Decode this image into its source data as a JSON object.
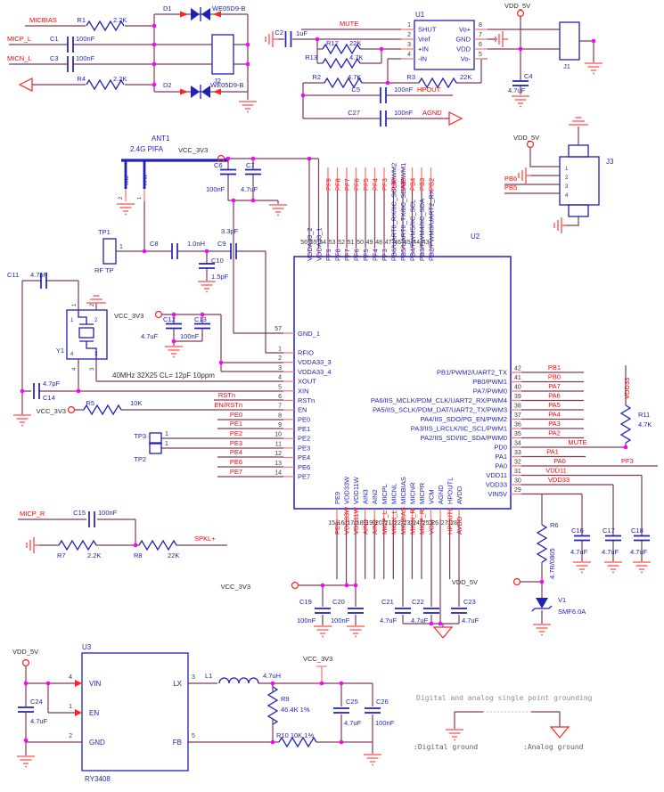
{
  "colors": {
    "wire": "#7E3A5A",
    "pin": "#FF7A7A",
    "net_label": "#FF0000",
    "component": "#2121B8",
    "junction": "#FF00FF",
    "ground": "#FF6A6A",
    "note_text": "#8f8f8f"
  },
  "nets": {
    "micbias": "MICBIAS",
    "micp_l": "MICP_L",
    "micn_l": "MICN_L",
    "mute": "MUTE",
    "hpout": "HPOUT",
    "agnd": "AGND",
    "pb6": "PB6",
    "pb5": "PB5",
    "spkl": "SPKL+",
    "micp_r": "MICP_R",
    "vdd5v": "VDD_5V",
    "vcc3v3": "VCC_3V3",
    "vdd33": "VDD33",
    "pf3": "PF3"
  },
  "mic_in": {
    "r1": {
      "ref": "R1",
      "val": "2.2K"
    },
    "r4": {
      "ref": "R4",
      "val": "2.2K"
    },
    "c1": {
      "ref": "C1",
      "val": "100nF"
    },
    "c3": {
      "ref": "C3",
      "val": "100nF"
    },
    "d1": {
      "ref": "D1",
      "val": "WE05D9-B"
    },
    "d2": {
      "ref": "D2",
      "val": "WE05D9-B"
    },
    "j2": "J2"
  },
  "amp": {
    "u1": {
      "ref": "U1",
      "left_pins": [
        {
          "num": "1",
          "name": "SHUT"
        },
        {
          "num": "2",
          "name": "Vref"
        },
        {
          "num": "3",
          "name": "+IN"
        },
        {
          "num": "4",
          "name": "-IN"
        }
      ],
      "right_pins": [
        {
          "num": "8",
          "name": "Vo+"
        },
        {
          "num": "7",
          "name": "GND"
        },
        {
          "num": "6",
          "name": "VDD"
        },
        {
          "num": "5",
          "name": "Vo-"
        }
      ]
    },
    "c2": {
      "ref": "C2",
      "val": "1uF"
    },
    "r12": {
      "ref": "R12",
      "val": "22K"
    },
    "r13": {
      "ref": "R13",
      "val": "4.7K"
    },
    "r2": {
      "ref": "R2",
      "val": "4.7K"
    },
    "r3": {
      "ref": "R3",
      "val": "22K"
    },
    "c5": {
      "ref": "C5",
      "val": "100nF"
    },
    "c27": {
      "ref": "C27",
      "val": "100nF"
    },
    "c4": {
      "ref": "C4",
      "val": "4.7uF"
    },
    "j1": "J1"
  },
  "j3": {
    "ref": "J3",
    "pins": [
      "1",
      "2",
      "3",
      "4"
    ]
  },
  "antenna": {
    "ref": "ANT1",
    "desc": "2.4G PIFA",
    "pin_left": "2",
    "pin_right": "1",
    "gnd_label": "GND",
    "rf_label": "RFIN"
  },
  "vcc_caps": {
    "c6": {
      "ref": "C6",
      "val": "100nF"
    },
    "c7": {
      "ref": "C7",
      "val": "4.7uF"
    }
  },
  "rf": {
    "tp1": "TP1",
    "tp1_pin": "1",
    "rf_tp": "RF TP",
    "c8": "C8",
    "l_val": "1.0nH",
    "c9": "C9",
    "c9_val": "3.3pF",
    "c10": "C10",
    "c10_val": "1.5pF"
  },
  "xtal": {
    "y1": "Y1",
    "note": "40MHz 32X25  CL= 12pF 10ppm",
    "c11": {
      "ref": "C11",
      "val": "4.7pF"
    },
    "c14": {
      "ref": "C14",
      "val": "4.7pF"
    },
    "c12": {
      "ref": "C12",
      "val": "4.7uF"
    },
    "c13": {
      "ref": "C13",
      "val": "100nF"
    },
    "pins_in": [
      "1",
      "2",
      "3",
      "4"
    ],
    "pins_out": [
      "1",
      "2",
      "3",
      "4"
    ]
  },
  "r5": {
    "ref": "R5",
    "val": "10K"
  },
  "tp": {
    "tp3": "TP3",
    "tp2": "TP2",
    "pin": "1"
  },
  "u2": {
    "ref": "U2",
    "gnd1": {
      "num": "57",
      "name": "GND_1"
    },
    "top": {
      "numbers": [
        "56",
        "55",
        "54",
        "53",
        "52",
        "51",
        "50",
        "49",
        "48",
        "47",
        "46",
        "45",
        "44",
        "43"
      ],
      "names": [
        "VDDA33_2",
        "VDDA33_1",
        "PF9",
        "PF8",
        "PF7",
        "PF6",
        "PF5",
        "PF4",
        "PF3",
        "PB6/UART0_RX/IIC_SCL/PWM2",
        "PB5/UART0_TX/IIC_SDA/PWM1",
        "PB4/PWM5/IIC_SCL",
        "PB3/PWM4/IIC_SDA",
        "PB2/PWM3/UART2_RX"
      ],
      "nets": [
        "",
        "",
        "PF9",
        "PF8",
        "PF7",
        "PF6",
        "PF5",
        "PF4",
        "PF3",
        "PB6",
        "PB5",
        "PB4",
        "PB3",
        "PB2"
      ]
    },
    "left": {
      "numbers": [
        "1",
        "2",
        "3",
        "4",
        "5",
        "6",
        "7",
        "8",
        "9",
        "10",
        "11",
        "12",
        "13",
        "14"
      ],
      "names": [
        "RFIO",
        "VDDA33_3",
        "VDDA33_4",
        "XOUT",
        "XIN",
        "RSTn",
        "EN",
        "PE0",
        "PE1",
        "PE2",
        "PE3",
        "PE4",
        "PE6",
        "PE7"
      ]
    },
    "left_nets": [
      "RSTn",
      "EN/RSTn",
      "PE0",
      "PE1",
      "PE2",
      "PE3",
      "PE4",
      "PE6",
      "PE7"
    ],
    "right": {
      "numbers": [
        "42",
        "41",
        "40",
        "39",
        "38",
        "37",
        "36",
        "35",
        "34",
        "33",
        "32",
        "31",
        "30",
        "29"
      ],
      "names": [
        "PB1/PWM2/UART2_TX",
        "PB0/PWM1",
        "PA7/PWM0",
        "PA6/IIS_MCLK/PDM_CLK/UART2_RX/PWM4",
        "PA5/IIS_SCLK/PDM_DAT/UART2_TX/PWM3",
        "PA4/IIS_SDO/PG_EN/PWM2",
        "PA3/IIS_LRCLK/IIC_SCL/PWM1",
        "PA2/IIS_SDI/IIC_SDA/PWM0",
        "PD0",
        "PA1",
        "PA0",
        "VDD11",
        "VDD33",
        "VIN5V"
      ],
      "nets": [
        "PB1",
        "PB0",
        "PA7",
        "PA6",
        "PA5",
        "PA4",
        "PA3",
        "PA2",
        "MUTE",
        "PA1",
        "PA0",
        "VDD11",
        "VDD33",
        ""
      ],
      "extra_net": "PF3"
    },
    "bottom": {
      "numbers": [
        "15",
        "16",
        "17",
        "18",
        "19",
        "20",
        "21",
        "22",
        "23",
        "24",
        "25",
        "26",
        "27",
        "28"
      ],
      "names": [
        "PE9",
        "VDD33W",
        "VDD11W",
        "AIN3",
        "AIN2",
        "MICPL",
        "MICNL",
        "MICBIAS",
        "MICNR",
        "MICPR",
        "VCM",
        "AGND",
        "HPOUTL",
        "AVDD"
      ],
      "nets": [
        "PE9",
        "VDD33W",
        "VDD11W",
        "AIN3",
        "AIN2",
        "MICP_L",
        "MICN_L",
        "MICBIAS",
        "MICN_R",
        "MICP_R",
        "VCM",
        "",
        "HPOUTL",
        "AVDD"
      ]
    }
  },
  "r11": {
    "ref": "R11",
    "val": "4.7K"
  },
  "pwr_right": {
    "r6": {
      "ref": "R6",
      "val": "4.7R/0805"
    },
    "v1": {
      "ref": "V1",
      "val": "SMF6.0A"
    },
    "c16": {
      "ref": "C16",
      "val": "4.7uF"
    },
    "c17": {
      "ref": "C17",
      "val": "4.7uF"
    },
    "c18": {
      "ref": "C18",
      "val": "4.7uF"
    }
  },
  "bot_caps": {
    "c19": {
      "ref": "C19",
      "val": "100nF"
    },
    "c20": {
      "ref": "C20",
      "val": "100nF"
    },
    "c21": {
      "ref": "C21",
      "val": "4.7uF"
    },
    "c22": {
      "ref": "C22",
      "val": "4.7uF"
    },
    "c23": {
      "ref": "C23",
      "val": "4.7uF"
    }
  },
  "mic_r": {
    "c15": {
      "ref": "C15",
      "val": "100nF"
    },
    "r7": {
      "ref": "R7",
      "val": "2.2K"
    },
    "r8": {
      "ref": "R8",
      "val": "22K"
    }
  },
  "reg": {
    "u3": {
      "ref": "U3",
      "part": "RY3408",
      "left_pins": [
        {
          "num": "4",
          "name": "VIN"
        },
        {
          "num": "1",
          "name": "EN"
        },
        {
          "num": "2",
          "name": "GND"
        }
      ],
      "right_pins": [
        {
          "num": "3",
          "name": "LX"
        },
        {
          "num": "5",
          "name": "FB"
        }
      ]
    },
    "c24": {
      "ref": "C24",
      "val": "4.7uF"
    },
    "l1": {
      "ref": "L1",
      "val": "4.7uH"
    },
    "r9": {
      "ref": "R9",
      "val": "46.4K 1%"
    },
    "r10_label": "R10 10K 1%",
    "c25": {
      "ref": "C25",
      "val": "4.7uF"
    },
    "c26": {
      "ref": "C26",
      "val": "100nF"
    }
  },
  "note": {
    "title": "Digital and analog single point grounding",
    "digital": ":Digital ground",
    "analog": ":Analog ground"
  }
}
